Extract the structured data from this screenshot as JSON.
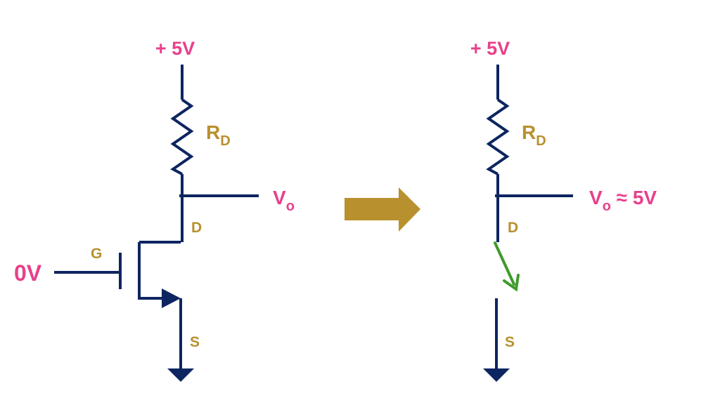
{
  "colors": {
    "wire": "#0d2560",
    "label_pink": "#e8408c",
    "label_gold": "#b8902e",
    "arrow": "#b8902e",
    "switch": "#3f9a2a"
  },
  "left_circuit": {
    "supply": "+ 5V",
    "resistor_main": "R",
    "resistor_sub": "D",
    "output_main": "V",
    "output_sub": "o",
    "drain": "D",
    "gate": "G",
    "source": "S",
    "gate_input": "0V"
  },
  "right_circuit": {
    "supply": "+ 5V",
    "resistor_main": "R",
    "resistor_sub": "D",
    "output_main": "V",
    "output_sub": "o",
    "output_value": " ≈ 5V",
    "drain": "D",
    "source": "S"
  }
}
